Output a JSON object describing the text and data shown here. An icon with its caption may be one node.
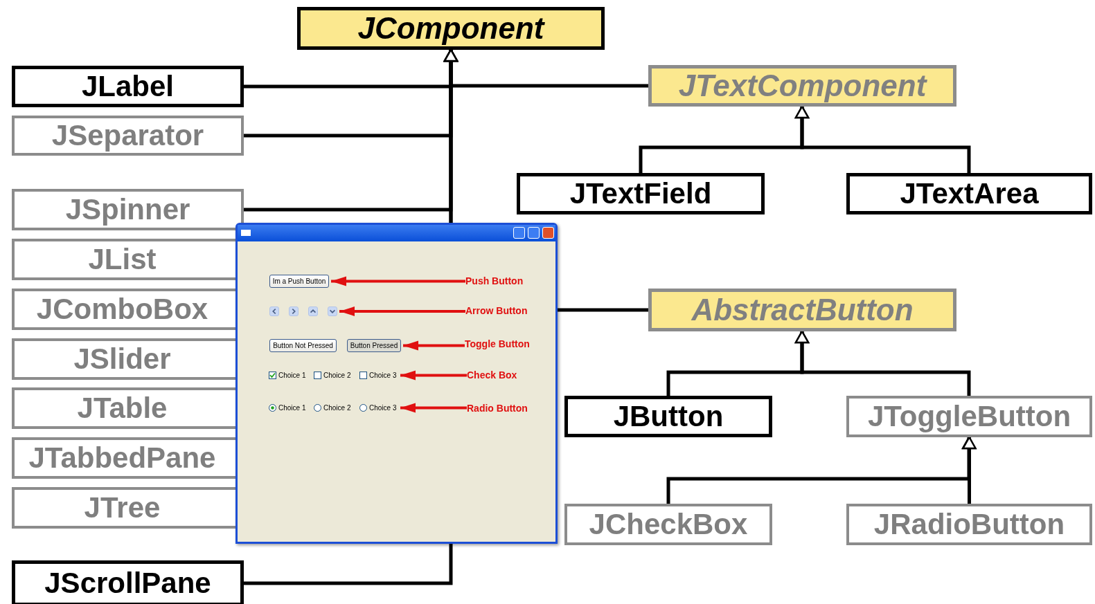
{
  "diagram": {
    "nodes": [
      {
        "text": [
          "JComponent"
        ]
      },
      {
        "text": [
          "JLabel"
        ]
      },
      {
        "text": [
          "JSeparator"
        ]
      },
      {
        "text": [
          "JSpinner"
        ]
      },
      {
        "text": [
          "JList"
        ]
      },
      {
        "text": [
          "JComboBox"
        ]
      },
      {
        "text": [
          "JSlider"
        ]
      },
      {
        "text": [
          "JTable"
        ]
      },
      {
        "text": [
          "JTabbedPane"
        ]
      },
      {
        "text": [
          "JTree"
        ]
      },
      {
        "text": [
          "JScrollPane"
        ]
      },
      {
        "text": [
          "JTextComponent"
        ]
      },
      {
        "text": [
          "JTextField"
        ]
      },
      {
        "text": [
          "JTextArea"
        ]
      },
      {
        "text": [
          "AbstractButton"
        ]
      },
      {
        "text": [
          "JButton"
        ]
      },
      {
        "text": [
          "JToggleButton"
        ]
      },
      {
        "text": [
          "JCheckBox"
        ]
      },
      {
        "text": [
          "JRadioButton"
        ]
      },
      {
        "text": [],
        "shape": "box"
      },
      {
        "text": [
          "Im a Push Button"
        ],
        "in": 19
      },
      {
        "text": [],
        "shape": "box",
        "in": 19
      },
      {
        "text": [],
        "shape": "box",
        "in": 19
      },
      {
        "text": [],
        "shape": "box",
        "in": 19
      },
      {
        "text": [],
        "shape": "box",
        "in": 19
      },
      {
        "text": [
          "Button Not Pressed"
        ],
        "in": 19
      },
      {
        "text": [
          "Button Pressed"
        ],
        "in": 19
      },
      {
        "text": [
          "Choice 1"
        ],
        "in": 19
      },
      {
        "text": [
          "Choice 2"
        ],
        "in": 19
      },
      {
        "text": [
          "Choice 3"
        ],
        "in": 19
      },
      {
        "text": [
          "Choice 1"
        ],
        "in": 19
      },
      {
        "text": [
          "Choice 2"
        ],
        "in": 19
      },
      {
        "text": [
          "Choice 3"
        ],
        "in": 19
      },
      {
        "text": [
          "Push Button"
        ],
        "in": 19
      },
      {
        "text": [
          "Arrow Button"
        ],
        "in": 19
      },
      {
        "text": [
          "Toggle Button"
        ],
        "in": 19
      },
      {
        "text": [
          "Check Box"
        ],
        "in": 19
      },
      {
        "text": [
          "Radio Button"
        ],
        "in": 19
      }
    ],
    "edges": [
      {
        "from": 1,
        "to": 0,
        "arrow": "to"
      },
      {
        "from": 2,
        "to": 0,
        "arrow": "to"
      },
      {
        "from": 3,
        "to": 0,
        "arrow": "to"
      },
      {
        "from": 10,
        "to": 0,
        "arrow": "to"
      },
      {
        "from": 11,
        "to": 0,
        "arrow": "to"
      },
      {
        "from": 14,
        "to": 0,
        "arrow": "to"
      },
      {
        "from": 12,
        "to": 11,
        "arrow": "to"
      },
      {
        "from": 13,
        "to": 11,
        "arrow": "to"
      },
      {
        "from": 15,
        "to": 14,
        "arrow": "to"
      },
      {
        "from": 16,
        "to": 14,
        "arrow": "to"
      },
      {
        "from": 17,
        "to": 16,
        "arrow": "to"
      },
      {
        "from": 18,
        "to": 16,
        "arrow": "to"
      },
      {
        "from": 33,
        "to": 20,
        "arrow": "to",
        "color": "#e01010"
      },
      {
        "from": 34,
        "to": 24,
        "arrow": "to",
        "color": "#e01010"
      },
      {
        "from": 35,
        "to": 26,
        "arrow": "to",
        "color": "#e01010"
      },
      {
        "from": 36,
        "to": 29,
        "arrow": "to",
        "color": "#e01010"
      },
      {
        "from": 37,
        "to": 32,
        "arrow": "to",
        "color": "#e01010"
      }
    ]
  }
}
